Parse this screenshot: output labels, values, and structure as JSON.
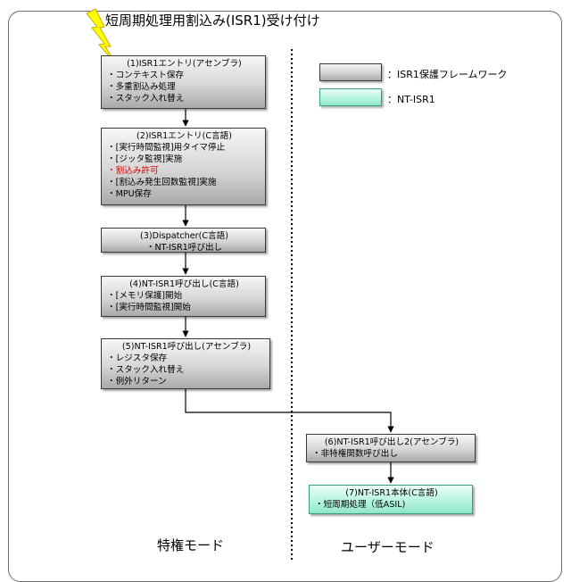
{
  "title": "短周期処理用割込み(ISR1)受け付け",
  "legend": [
    {
      "label": "：ISR1保護フレームワーク",
      "kind": "framework"
    },
    {
      "label": "：NT-ISR1",
      "kind": "nt"
    }
  ],
  "boxes": [
    {
      "heading": "(1)ISR1エントリ(アセンブラ)",
      "lines": [
        "・コンテキスト保存",
        "・多重割込み処理",
        "・スタック入れ替え"
      ]
    },
    {
      "heading": "(2)ISR1エントリ(C言語)",
      "lines": [
        "・[実行時間監視]用タイマ停止",
        "・[ジッタ監視]実施",
        "・割込み許可",
        "・[割込み発生回数監視]実施",
        "・MPU保存"
      ]
    },
    {
      "heading": "(3)Dispatcher(C言語)",
      "lines": [
        "・NT-ISR1呼び出し"
      ]
    },
    {
      "heading": "(4)NT-ISR1呼び出し(C言語)",
      "lines": [
        "・[メモリ保護]開始",
        "・[実行時間監視]開始"
      ]
    },
    {
      "heading": "(5)NT-ISR1呼び出し(アセンブラ)",
      "lines": [
        "・レジスタ保存",
        "・スタック入れ替え",
        "・例外リターン"
      ]
    },
    {
      "heading": "(6)NT-ISR1呼び出し2(アセンブラ)",
      "lines": [
        "・非特権関数呼び出し"
      ]
    },
    {
      "heading": "(7)NT-ISR1本体(C言語)",
      "lines": [
        "・短周期処理（低ASIL)"
      ]
    }
  ],
  "modes": {
    "privileged": "特権モード",
    "user": "ユーザーモード"
  },
  "colors": {
    "highlight_text": "#e00000",
    "nt_fill": "#b4f3de",
    "lightning": "#ffff00"
  }
}
